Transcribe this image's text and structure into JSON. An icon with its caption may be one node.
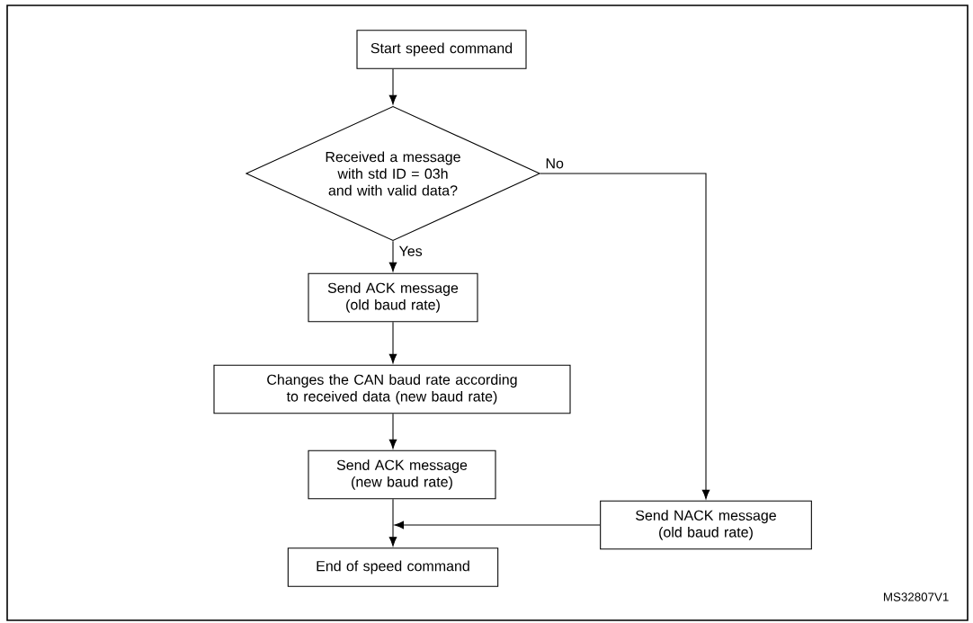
{
  "diagram": {
    "nodes": [
      {
        "text": [
          "Start speed command"
        ]
      },
      {
        "text": [
          "Received a message with std ID = 03h and with valid data?"
        ]
      },
      {
        "text": [
          "Send ACK message (old baud rate)"
        ]
      },
      {
        "text": [
          "Changes the CAN baud rate according to received data (new baud rate)"
        ]
      },
      {
        "text": [
          "Send ACK message (new baud rate)"
        ]
      },
      {
        "text": [
          "Send NACK message (old baud rate)"
        ]
      },
      {
        "text": [
          "End of speed command"
        ]
      }
    ],
    "edges": [
      {
        "from": 0,
        "to": 1,
        "arrow": "to"
      },
      {
        "from": 1,
        "to": 2,
        "arrow": "to",
        "label": "Yes"
      },
      {
        "from": 1,
        "to": 5,
        "arrow": "to",
        "label": "No"
      },
      {
        "from": 2,
        "to": 3,
        "arrow": "to"
      },
      {
        "from": 3,
        "to": 4,
        "arrow": "to"
      },
      {
        "from": 4,
        "to": 6,
        "arrow": "to"
      },
      {
        "from": 5,
        "to": 6,
        "arrow": "to"
      }
    ],
    "labels": [
      "MS32807V1"
    ]
  }
}
